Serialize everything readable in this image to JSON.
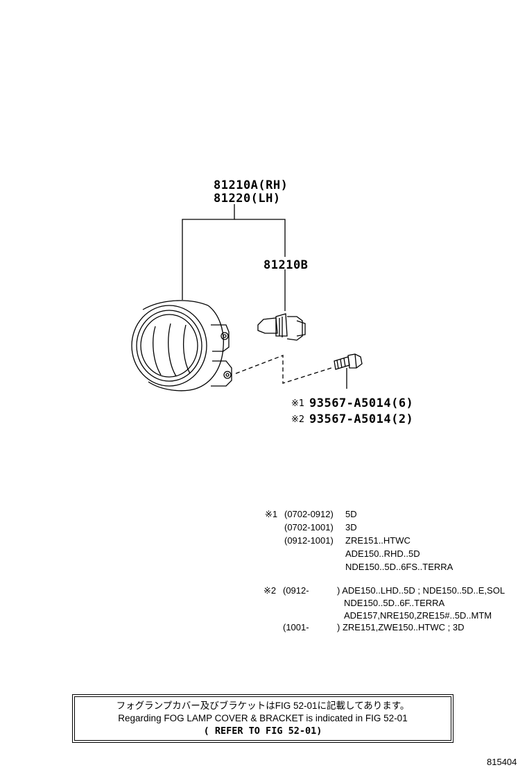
{
  "labels": {
    "part_rh": "81210A(RH)",
    "part_lh": "81220(LH)",
    "bulb": "81210B",
    "screw_1_mark": "※1",
    "screw_1": "93567-A5014(6)",
    "screw_2_mark": "※2",
    "screw_2": "93567-A5014(2)"
  },
  "notes": {
    "n1_mark": "※1",
    "n1_l1_code": "(0702-0912)",
    "n1_l1_val": "5D",
    "n1_l2_code": "(0702-1001)",
    "n1_l2_val": "3D",
    "n1_l3_code": "(0912-1001)",
    "n1_l3_val": "ZRE151..HTWC",
    "n1_l4": "ADE150..RHD..5D",
    "n1_l5": "NDE150..5D..6FS..TERRA",
    "n2_mark": "※2",
    "n2_l1_code": "(0912-",
    "n2_l1_val": ") ADE150..LHD..5D ; NDE150..5D..E,SOL",
    "n2_l2": "NDE150..5D..6F..TERRA",
    "n2_l3": "ADE157,NRE150,ZRE15#..5D..MTM",
    "n2_l4_code": "(1001-",
    "n2_l4_val": ") ZRE151,ZWE150..HTWC ; 3D"
  },
  "box": {
    "line1": "フォグランプカバー及びブラケットはFIG 52-01に記載してあります。",
    "line2": "Regarding FOG LAMP COVER & BRACKET is indicated in FIG 52-01",
    "line3": "( REFER TO FIG 52-01)"
  },
  "figure_id": "815404"
}
